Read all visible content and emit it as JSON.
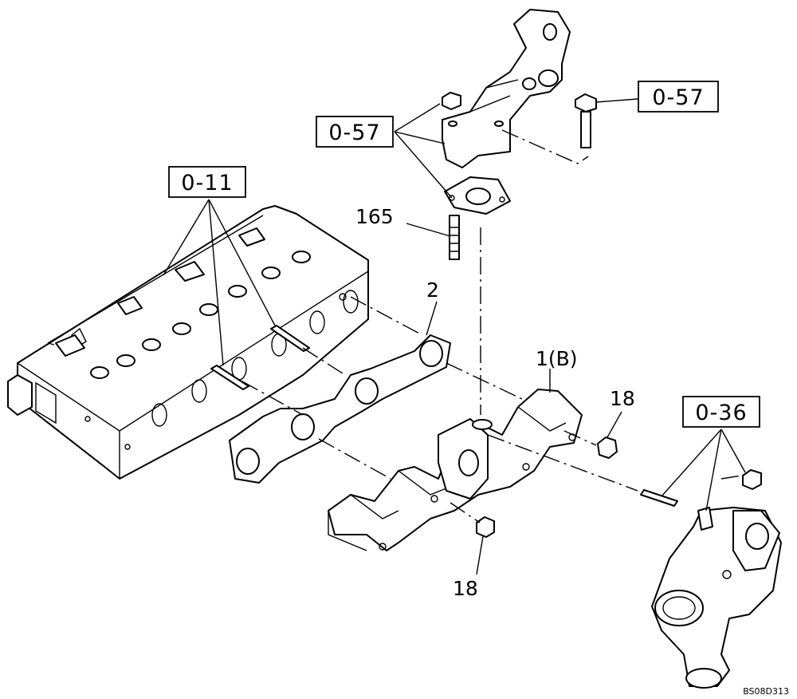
{
  "labels": {
    "ref_057_left": "0-57",
    "ref_057_right": "0-57",
    "ref_011": "0-11",
    "ref_036": "0-36",
    "part_165": "165",
    "part_2": "2",
    "part_1b": "1(B)",
    "part_18_right": "18",
    "part_18_bottom": "18"
  },
  "drawing_code": "BS08D313",
  "colors": {
    "line": "#000000",
    "background": "#ffffff"
  }
}
